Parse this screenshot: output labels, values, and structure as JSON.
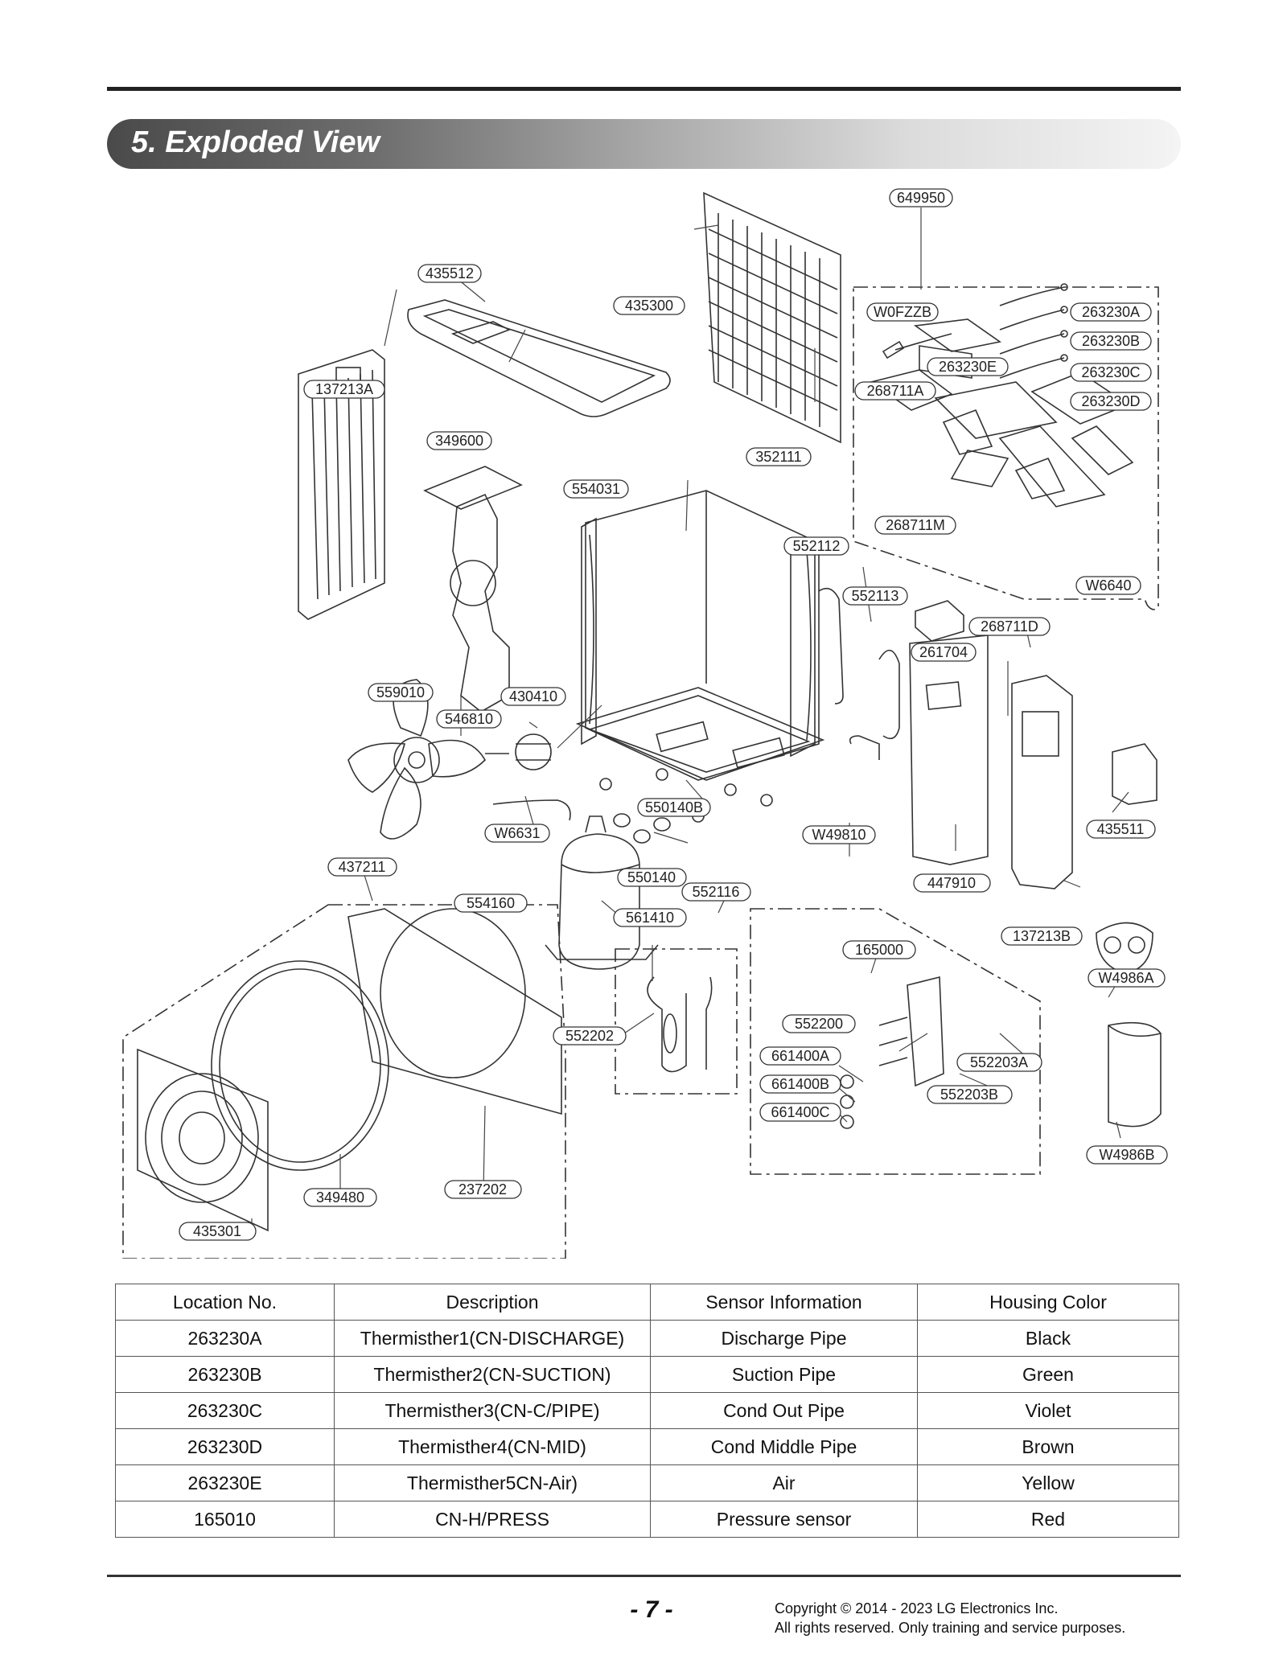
{
  "section_title": "5. Exploded View",
  "callouts": {
    "c_435512": "435512",
    "c_435300": "435300",
    "c_649950": "649950",
    "c_W0FZZB": "W0FZZB",
    "c_263230A": "263230A",
    "c_263230B": "263230B",
    "c_263230C": "263230C",
    "c_263230D": "263230D",
    "c_263230E": "263230E",
    "c_268711A": "268711A",
    "c_137213A": "137213A",
    "c_349600": "349600",
    "c_352111": "352111",
    "c_554031": "554031",
    "c_268711M": "268711M",
    "c_552112": "552112",
    "c_W6640": "W6640",
    "c_552113": "552113",
    "c_268711D": "268711D",
    "c_261704": "261704",
    "c_559010": "559010",
    "c_430410": "430410",
    "c_546810": "546810",
    "c_550140B": "550140B",
    "c_W6631": "W6631",
    "c_W49810": "W49810",
    "c_435511": "435511",
    "c_437211": "437211",
    "c_550140": "550140",
    "c_552116": "552116",
    "c_447910": "447910",
    "c_554160": "554160",
    "c_561410": "561410",
    "c_137213B": "137213B",
    "c_165000": "165000",
    "c_W4986A": "W4986A",
    "c_552200": "552200",
    "c_552202": "552202",
    "c_661400A": "661400A",
    "c_552203A": "552203A",
    "c_661400B": "661400B",
    "c_552203B": "552203B",
    "c_661400C": "661400C",
    "c_W4986B": "W4986B",
    "c_349480": "349480",
    "c_237202": "237202",
    "c_435301": "435301"
  },
  "table": {
    "headers": [
      "Location No.",
      "Description",
      "Sensor Information",
      "Housing Color"
    ],
    "rows": [
      [
        "263230A",
        "Thermisther1(CN-DISCHARGE)",
        "Discharge Pipe",
        "Black"
      ],
      [
        "263230B",
        "Thermisther2(CN-SUCTION)",
        "Suction Pipe",
        "Green"
      ],
      [
        "263230C",
        "Thermisther3(CN-C/PIPE)",
        "Cond Out Pipe",
        "Violet"
      ],
      [
        "263230D",
        "Thermisther4(CN-MID)",
        "Cond Middle Pipe",
        "Brown"
      ],
      [
        "263230E",
        "Thermisther5CN-Air)",
        "Air",
        "Yellow"
      ],
      [
        "165010",
        "CN-H/PRESS",
        "Pressure sensor",
        "Red"
      ]
    ]
  },
  "footer": {
    "page": "- 7 -",
    "copyright_line1": "Copyright © 2014 - 2023 LG Electronics Inc.",
    "copyright_line2": "All rights reserved. Only training and service purposes."
  }
}
